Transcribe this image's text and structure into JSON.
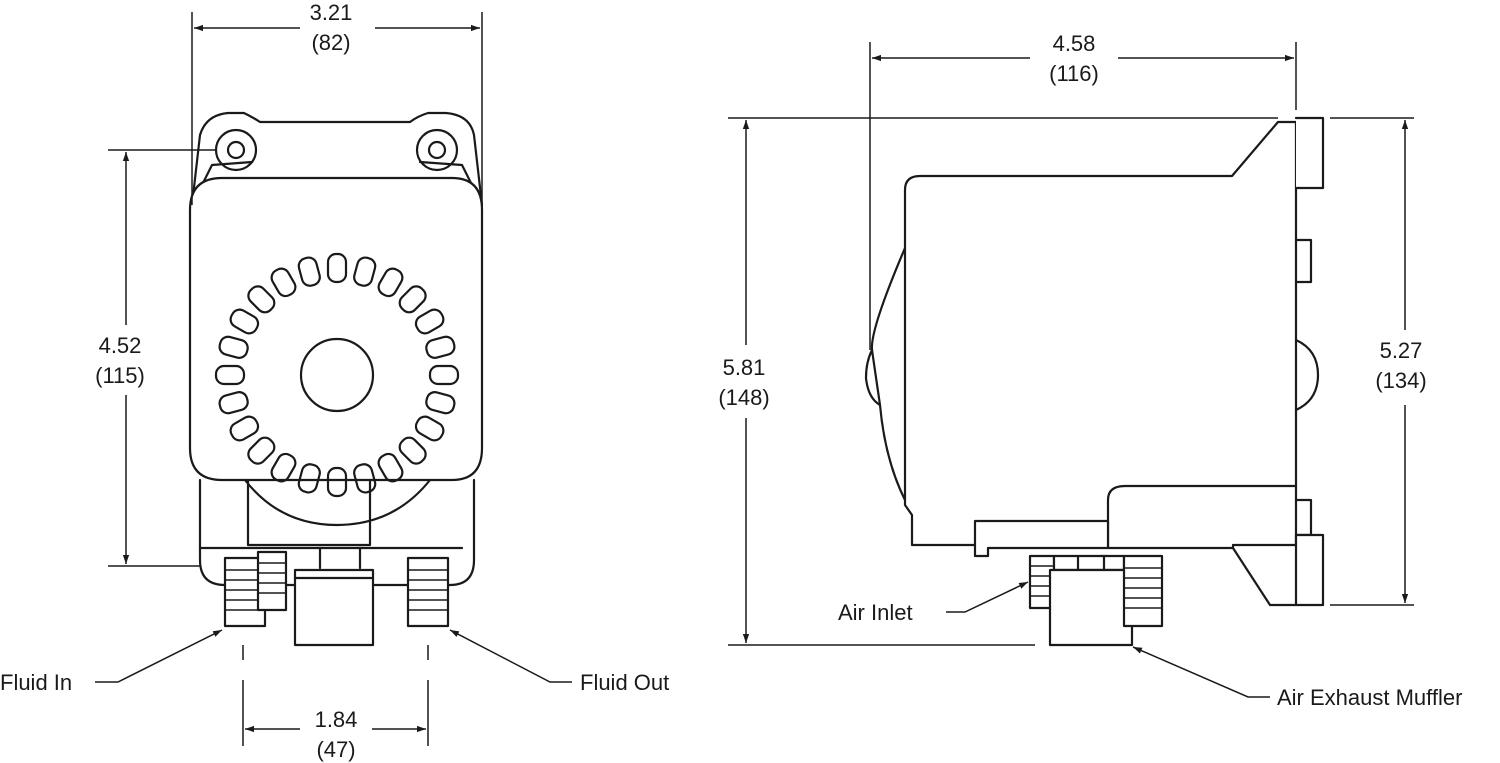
{
  "front_view": {
    "width": {
      "inches": "3.21",
      "mm": "(82)"
    },
    "height": {
      "inches": "4.52",
      "mm": "(115)"
    },
    "port_spacing": {
      "inches": "1.84",
      "mm": "(47)"
    },
    "callouts": {
      "fluid_in": "Fluid In",
      "fluid_out": "Fluid Out"
    }
  },
  "side_view": {
    "depth": {
      "inches": "4.58",
      "mm": "(116)"
    },
    "total_height": {
      "inches": "5.81",
      "mm": "(148)"
    },
    "body_height": {
      "inches": "5.27",
      "mm": "(134)"
    },
    "callouts": {
      "air_inlet": "Air Inlet",
      "air_exhaust_muffler": "Air Exhaust Muffler"
    }
  }
}
